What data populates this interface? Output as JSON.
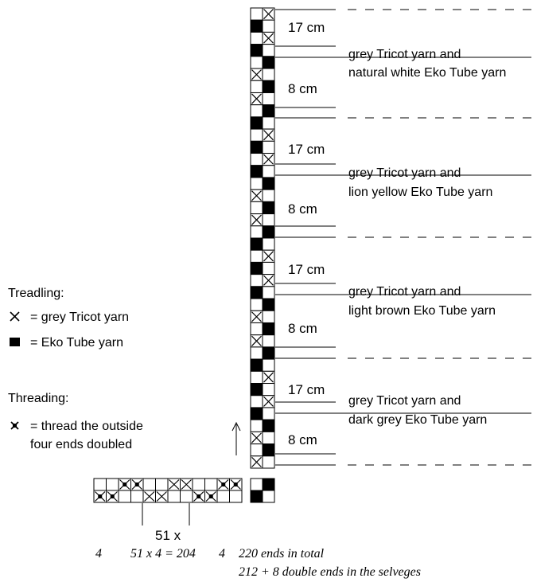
{
  "legend": {
    "treadling_title": "Treadling:",
    "cross_label": "= grey Tricot yarn",
    "solid_label": "= Eko Tube yarn",
    "threading_title": "Threading:",
    "double_label_line1": "= thread the outside",
    "double_label_line2": "four ends doubled"
  },
  "sections": [
    {
      "top_label": "17 cm",
      "yarn_line1": "grey Tricot yarn and",
      "yarn_line2": "natural white Eko Tube yarn",
      "bottom_label": "8 cm"
    },
    {
      "top_label": "17 cm",
      "yarn_line1": "grey Tricot yarn and",
      "yarn_line2": "lion yellow Eko Tube yarn",
      "bottom_label": "8 cm"
    },
    {
      "top_label": "17 cm",
      "yarn_line1": "grey Tricot yarn and",
      "yarn_line2": "light brown Eko Tube yarn",
      "bottom_label": "8 cm"
    },
    {
      "top_label": "17 cm",
      "yarn_line1": "grey Tricot yarn and",
      "yarn_line2": "dark grey Eko Tube yarn",
      "bottom_label": "8 cm"
    }
  ],
  "repeat_label": "51 x",
  "footer": {
    "left_count": "4",
    "middle_count": "51 x 4 = 204",
    "right_count": "4",
    "total": "220 ends in total",
    "detail": "212 + 8 double ends in the selveges"
  },
  "colors": {
    "ink": "#000000",
    "background": "#ffffff"
  },
  "symbols": {
    "cross": "cross-icon",
    "solid": "solid-square-icon",
    "double": "double-thread-icon"
  }
}
